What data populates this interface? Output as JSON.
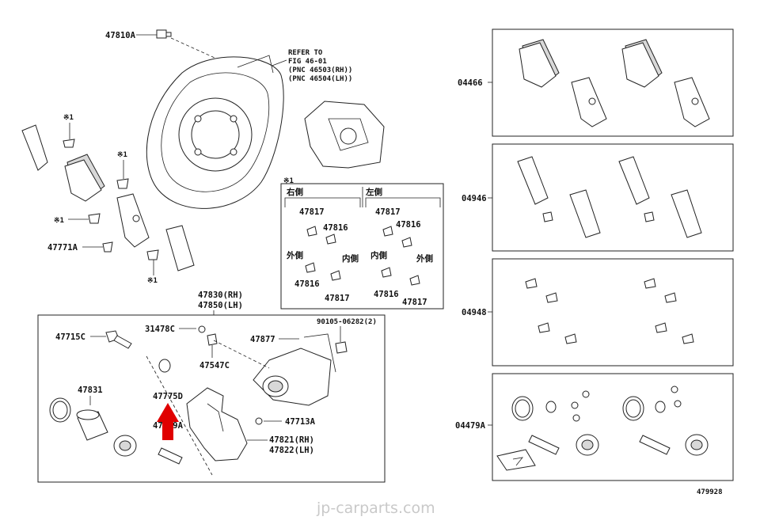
{
  "labels": {
    "p47810A": "47810A",
    "refer1": "REFER TO",
    "refer2": "FIG 46-01",
    "refer3": "(PNC 46503(RH))",
    "refer4": "(PNC 46504(LH))",
    "p47771A": "47771A",
    "note_mark": "※1",
    "p47830": "47830(RH)",
    "p47850": "47850(LH)",
    "p47715C": "47715C",
    "p31478C": "31478C",
    "p47547C": "47547C",
    "p47877": "47877",
    "p90105": "90105-06282(2)",
    "p47831": "47831",
    "p47775D": "47775D",
    "p47779A": "47779A",
    "p47713A": "47713A",
    "p47821": "47821(RH)",
    "p47822": "47822(LH)",
    "p04466": "04466",
    "p04946": "04946",
    "p04948": "04948",
    "p04479A": "04479A",
    "fig_no": "479928",
    "watermark": "jp-carparts.com"
  },
  "inset": {
    "title": "※1",
    "rh": "右側",
    "lh": "左側",
    "outer": "外側",
    "inner": "内側",
    "p47817": "47817",
    "p47816": "47816"
  },
  "colors": {
    "arrow": "#e00000",
    "line": "#222222",
    "watermark": "#c9c9c9"
  }
}
